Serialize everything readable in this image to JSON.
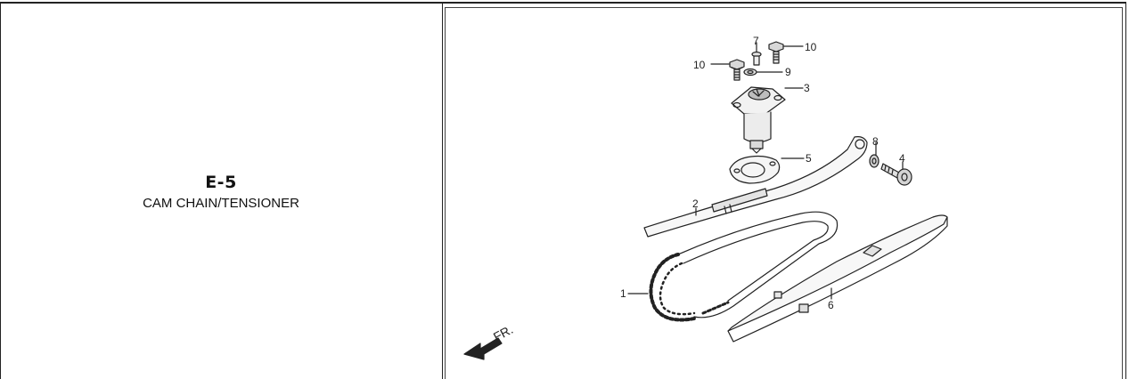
{
  "section": {
    "code": "E-5",
    "title": "CAM CHAIN/TENSIONER"
  },
  "diagram": {
    "callouts": {
      "c1": "1",
      "c2": "2",
      "c3": "3",
      "c4": "4",
      "c5": "5",
      "c6": "6",
      "c7": "7",
      "c8": "8",
      "c9": "9",
      "c10a": "10",
      "c10b": "10"
    },
    "front_label": "FR."
  }
}
